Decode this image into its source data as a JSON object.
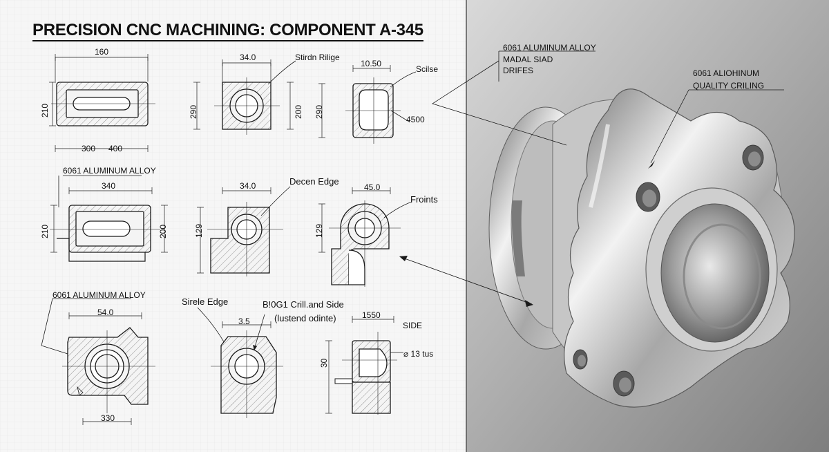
{
  "title": "PRECISION CNC MACHINING: COMPONENT A-345",
  "colors": {
    "paper": "#f6f6f6",
    "grid": "#e6e6e6",
    "line": "#1a1a1a",
    "hatch": "#777777",
    "photo_bg_light": "#d9d9d9",
    "photo_bg_dark": "#7e7e7e",
    "metal_light": "#f2f2f2",
    "metal_dark": "#6f6f6f"
  },
  "labels": {
    "v1_top": "160",
    "v1_left": "210",
    "v1_bottom_a": "300",
    "v1_bottom_b": "400",
    "v2_top": "34.0",
    "v2_left": "290",
    "v2_right": "200",
    "v2_callout": "Stirdn Rilige",
    "v3_top": "10.50",
    "v3_left": "290",
    "v3_callout": "Scilse",
    "v3_dim": "4500",
    "v4_callout": "6061 ALUMINUM ALLOY",
    "v4_top": "340",
    "v4_left": "210",
    "v4_right": "200",
    "v5_top": "34.0",
    "v5_left": "129",
    "v5_callout": "Decen Edge",
    "v6_top": "45.0",
    "v6_left": "129",
    "v6_callout": "Froints",
    "v7_callout": "6061 ALUMINUM ALLOY",
    "v7_top": "54.0",
    "v7_bottom": "330",
    "v8_callout": "Sirele Edge",
    "v8_top": "3.5",
    "v8_note1": "B!0G1 Crill.and Side",
    "v8_note2": "(lustend odinte)",
    "v9_top": "1550",
    "v9_side": "SIDE",
    "v9_dim": "⌀ 13 tus",
    "v9_left": "30",
    "photo_callout1_l1": "6061 ALUMINUM ALLOY",
    "photo_callout1_l2": "MADAL SIAD",
    "photo_callout1_l3": "DRIFES",
    "photo_callout2_l1": "6061 ALIOHINUM",
    "photo_callout2_l2": "QUALITY CRILING"
  }
}
